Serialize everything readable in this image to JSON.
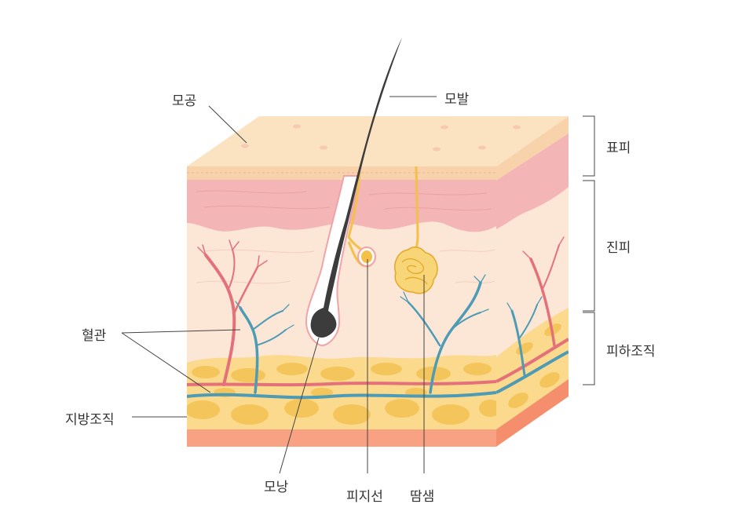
{
  "labels": {
    "pore": "모공",
    "hair": "모발",
    "epidermis": "표피",
    "dermis": "진피",
    "subcutaneous": "피하조직",
    "blood_vessel": "혈관",
    "fat_tissue": "지방조직",
    "hair_follicle": "모낭",
    "sebaceous_gland": "피지선",
    "sweat_gland": "땀샘"
  },
  "colors": {
    "epidermis_top": "#fbe1bf",
    "epidermis_band": "#f6cfa5",
    "dermis_pink": "#f3b3b4",
    "dermis_body": "#fce6d6",
    "fat_yellow": "#fbd88a",
    "fat_blob": "#f4c65b",
    "bottom_band": "#f8a081",
    "artery": "#e4717a",
    "vein": "#4e9bb5",
    "hair": "#3c3c3c",
    "gland": "#f3c04a"
  }
}
